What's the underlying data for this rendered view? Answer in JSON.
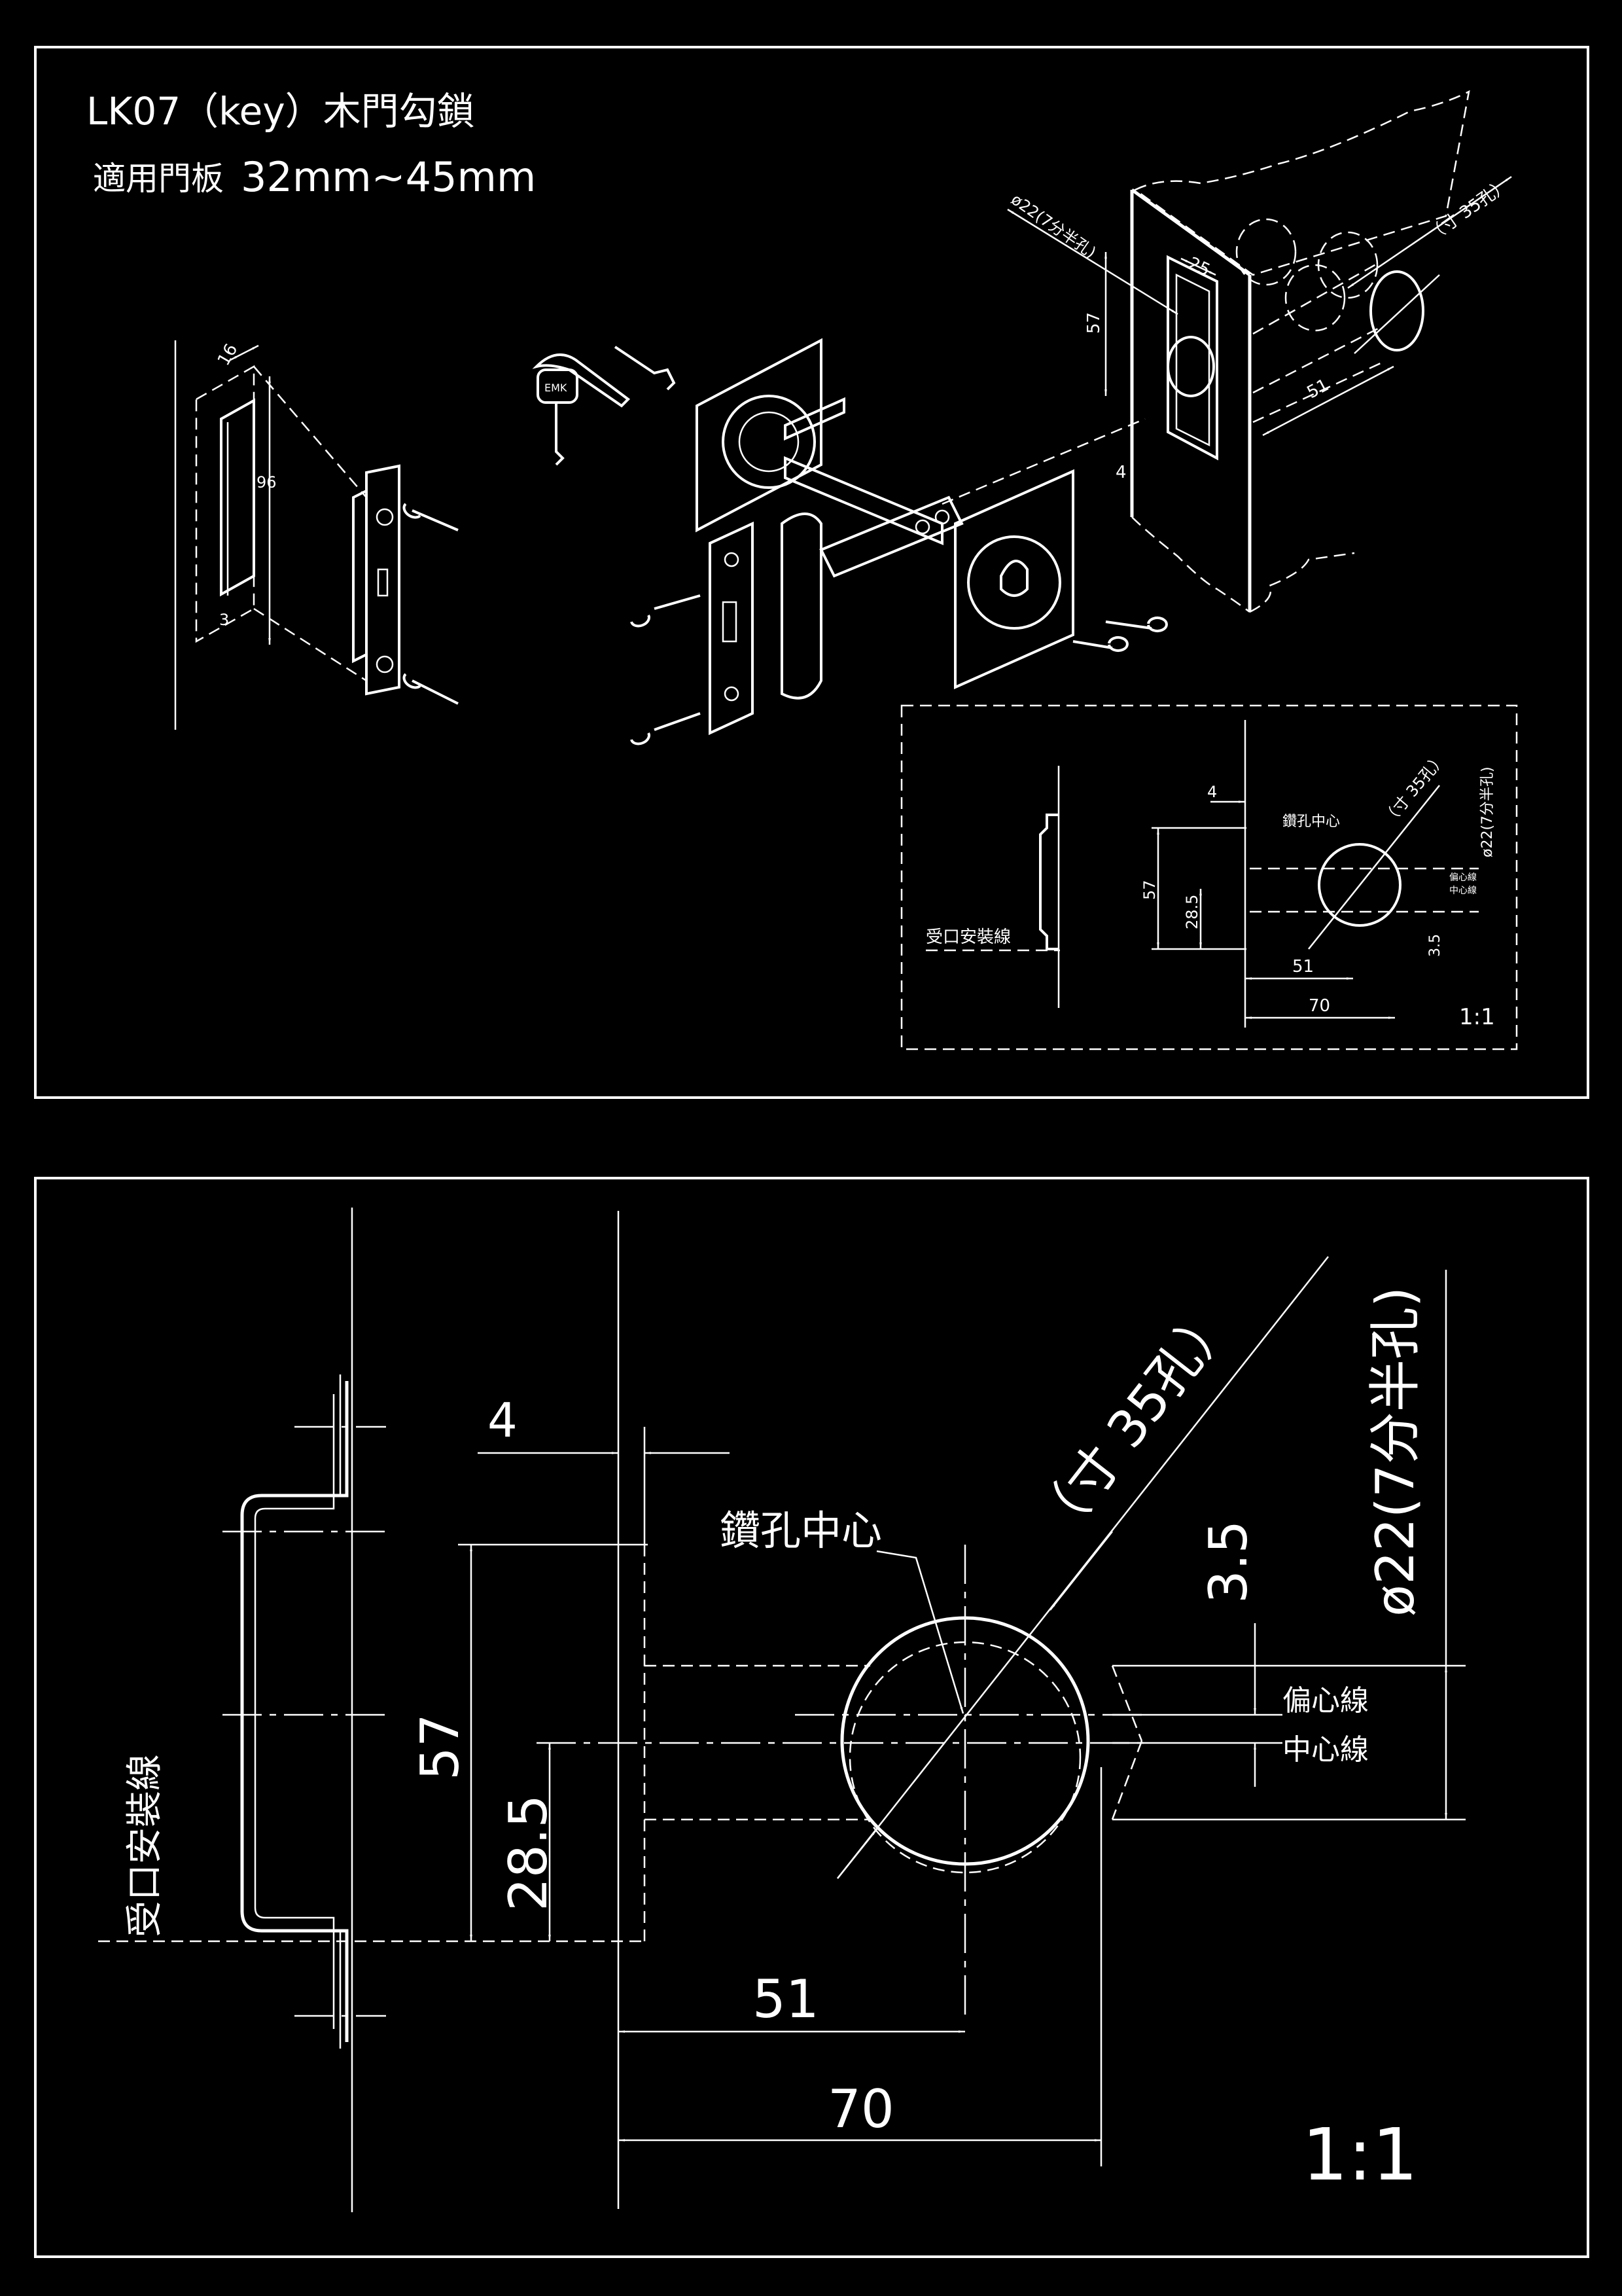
{
  "title": {
    "model_label": "LK07（key）木門勾鎖",
    "thickness_label": "適用門板",
    "thickness_range": "32mm~45mm"
  },
  "top_panel": {
    "strike_dims": {
      "width": "16",
      "height": "96",
      "depth": "3"
    },
    "door_prep_dims": {
      "hole_dia": "ø22(7分半孔)",
      "backset_hole": "（寸 35孔）",
      "face": "25",
      "height": "57",
      "backset": "51",
      "offset": "4"
    },
    "inset_view": {
      "offset": "4",
      "center_label": "鑽孔中心",
      "hole_35": "（寸 35孔）",
      "hole_22": "ø22(7分半孔)",
      "height": "57",
      "half_height": "28.5",
      "backset": "51",
      "total": "70",
      "eccentric": "3.5",
      "eccentric_line": "偏心線",
      "center_line": "中心線",
      "strike_line": "受口安裝線",
      "scale": "1:1"
    }
  },
  "bottom_panel": {
    "strike_install_line": "受口安裝線",
    "dim_offset": "4",
    "dim_height": "57",
    "dim_half_height": "28.5",
    "drill_center_label": "鑽孔中心",
    "hole_35_label": "（寸 35孔）",
    "dim_eccentric": "3.5",
    "hole_22_label": "ø22(7分半孔)",
    "eccentric_line_label": "偏心線",
    "center_line_label": "中心線",
    "dim_backset": "51",
    "dim_total": "70",
    "scale": "1:1"
  },
  "colors": {
    "background": "#000000",
    "line": "#ffffff"
  }
}
